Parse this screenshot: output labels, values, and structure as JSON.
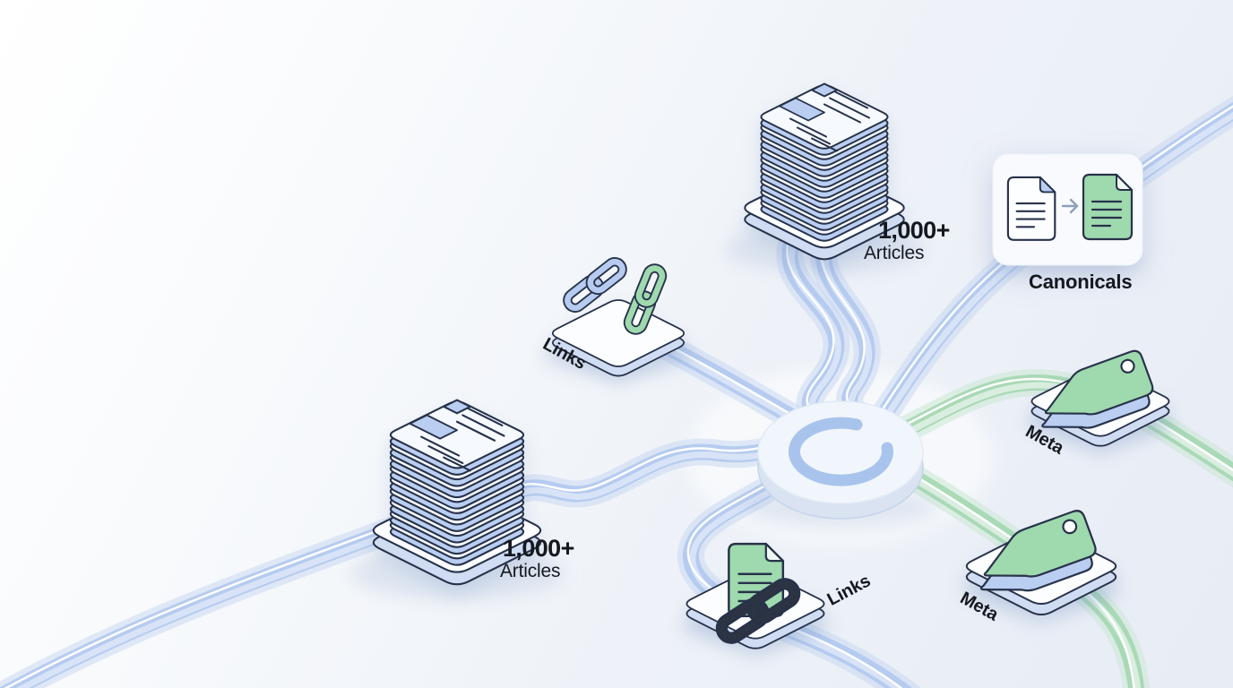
{
  "illustration": {
    "description": "Isometric SEO content pipeline: article stacks, links and metadata flowing through a central processing hub into canonicals, meta tags and links"
  },
  "nodes": {
    "articles_top": {
      "count": "1,000+",
      "label": "Articles"
    },
    "articles_left": {
      "count": "1,000+",
      "label": "Articles"
    },
    "links_top": {
      "label": "Links"
    },
    "links_bottom": {
      "label": "Links"
    },
    "canonicals": {
      "label": "Canonicals"
    },
    "meta_upper": {
      "label": "Meta"
    },
    "meta_lower": {
      "label": "Meta"
    }
  },
  "icons": {
    "hub": "sync-ring-icon",
    "articles": "article-stack-icon",
    "links": "chain-link-icon",
    "meta": "price-tag-icon",
    "canonicals": "document-to-document-icon",
    "arrow": "arrow-right-icon"
  },
  "colors": {
    "ribbon_blue": "#b3c9ee",
    "ribbon_green": "#a6d8b3",
    "icon_blue": "#b6cbef",
    "icon_green": "#9fd9ae",
    "ink_outline": "#27324a",
    "dark_chain": "#2c3443",
    "hub_ring": "#a9c4ec",
    "text": "#15191f",
    "background_start": "#ffffff",
    "background_end": "#e7ecf5"
  }
}
